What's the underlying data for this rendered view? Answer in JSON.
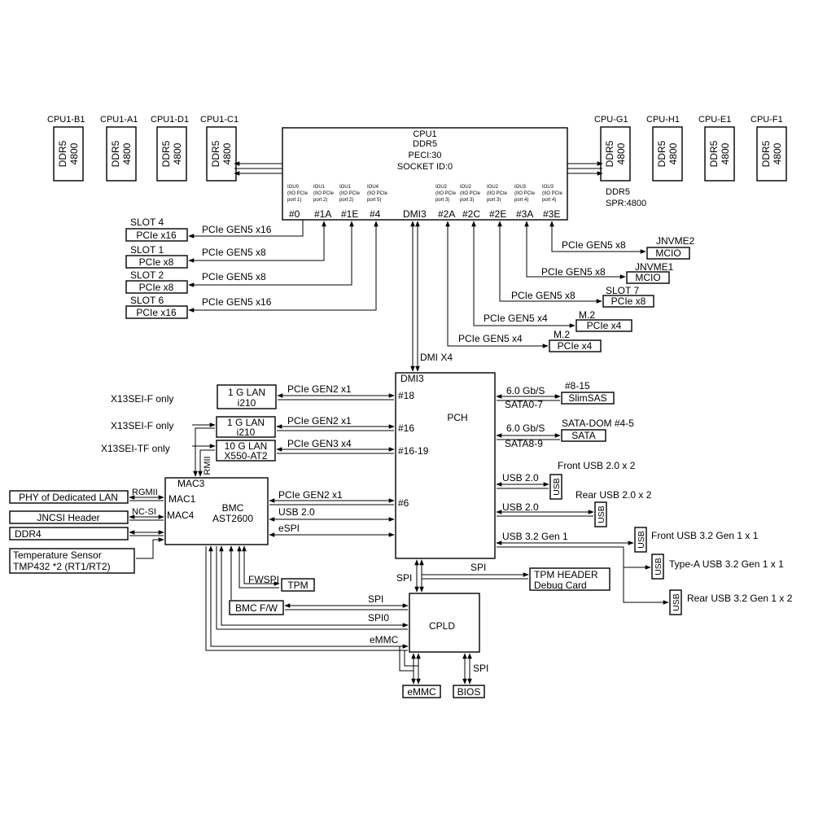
{
  "cpu": {
    "lines": [
      "CPU1",
      "DDR5",
      "PECI:30",
      "SOCKET ID:0"
    ],
    "iou": [
      [
        "IOU0",
        "(IIO PCIe",
        "port 1)"
      ],
      [
        "IOU1",
        "(IIO PCIe",
        "port 2)"
      ],
      [
        "IOU1",
        "(IIO PCIe",
        "port 2)"
      ],
      [
        "IOU4",
        "(IIO PCIe",
        "port 5)"
      ],
      [
        "IOU2",
        "(IIO PCIe",
        "port 3)"
      ],
      [
        "IOU2",
        "(IIO PCIe",
        "port 3)"
      ],
      [
        "IOU2",
        "(IIO PCIe",
        "port 3)"
      ],
      [
        "IOU3",
        "(IIO PCIe",
        "port 4)"
      ],
      [
        "IOU3",
        "(IIO PCIe",
        "port 4)"
      ]
    ],
    "ports": [
      "#0",
      "#1A",
      "#1E",
      "#4",
      "DMI3",
      "#2A",
      "#2C",
      "#2E",
      "#3A",
      "#3E"
    ]
  },
  "dimms": {
    "left": [
      "CPU1-B1",
      "CPU1-A1",
      "CPU1-D1",
      "CPU1-C1"
    ],
    "right": [
      "CPU-G1",
      "CPU-H1",
      "CPU-E1",
      "CPU-F1"
    ],
    "type": "DDR5",
    "speed": "4800",
    "note": [
      "DDR5",
      "SPR:4800"
    ]
  },
  "left_slots": [
    {
      "slot": "SLOT 4",
      "type": "PCIe x16",
      "link": "PCIe GEN5 x16"
    },
    {
      "slot": "SLOT 1",
      "type": "PCIe x8",
      "link": "PCIe GEN5 x8"
    },
    {
      "slot": "SLOT 2",
      "type": "PCIe x8",
      "link": "PCIe GEN5 x8"
    },
    {
      "slot": "SLOT 6",
      "type": "PCIe x16",
      "link": "PCIe GEN5 x16"
    }
  ],
  "right_slots": [
    {
      "top": "JNVME2",
      "box": "MCIO",
      "link": "PCIe GEN5 x8"
    },
    {
      "top": "JNVME1",
      "box": "MCIO",
      "link": "PCIe GEN5 x8"
    },
    {
      "top": "SLOT 7",
      "box": "PCIe x8",
      "link": "PCIe GEN5 x8"
    },
    {
      "top": "M.2",
      "box": "PCIe x4",
      "link": "PCIe GEN5 x4"
    },
    {
      "top": "M.2",
      "box": "PCIe x4",
      "link": "PCIe GEN5 x4"
    }
  ],
  "dmi_link": "DMI X4",
  "pch": {
    "title": "PCH",
    "dmi": "DMI3",
    "ports": [
      "#18",
      "#16",
      "#16-19",
      "#6"
    ],
    "sata1_speed": "6.0 Gb/S",
    "sata1_port": "SATA0-7",
    "sata1_top": "#8-15",
    "sata1_box": "SlimSAS",
    "sata2_speed": "6.0 Gb/S",
    "sata2_port": "SATA8-9",
    "sata2_top": "SATA-DOM #4-5",
    "sata2_box": "SATA",
    "usb_links": [
      "USB 2.0",
      "USB 2.0",
      "USB 3.2 Gen 1"
    ],
    "usb_desc": [
      "Front USB 2.0 x 2",
      "Rear USB 2.0 x 2"
    ],
    "usb32_desc": [
      "Front USB 3.2 Gen 1 x 1",
      "Type-A USB 3.2  Gen 1 x 1",
      "Rear USB 3.2 Gen 1 x 2"
    ],
    "usb_label": "USB"
  },
  "lan": [
    {
      "note": "X13SEI-F only",
      "line1": "1 G LAN",
      "line2": "i210",
      "link": "PCIe GEN2 x1"
    },
    {
      "note": "X13SEI-F only",
      "line1": "1 G LAN",
      "line2": "i210",
      "link": "PCIe GEN2 x1"
    },
    {
      "note": "X13SEI-TF only",
      "line1": "10 G LAN",
      "line2": "X550-AT2",
      "link": "PCIe GEN3 x4"
    }
  ],
  "rmii": "RMII",
  "bmc": {
    "line1": "BMC",
    "line2": "AST2600",
    "mac3": "MAC3",
    "mac1": "MAC1",
    "mac4": "MAC4",
    "rgmii": "RGMII",
    "ncsi": "NC-SI",
    "links": [
      "PCIe GEN2 x1",
      "USB 2.0",
      "eSPI"
    ]
  },
  "left_devices": [
    "PHY of Dedicated LAN",
    "JNCSI Header",
    "DDR4"
  ],
  "temp_sensor": [
    "Temperature Sensor",
    "TMP432 *2 (RT1/RT2)"
  ],
  "cpld": {
    "title": "CPLD",
    "links": [
      "SPI",
      "SPI0",
      "eMMC"
    ],
    "spi_pch": "SPI",
    "spi_tpm": "SPI",
    "spi_bios": "SPI"
  },
  "fwspi": "FWSPI",
  "tpm": "TPM",
  "bmc_fw": "BMC F/W",
  "tpm_header": [
    "TPM HEADER",
    "Debug Card"
  ],
  "emmc": "eMMC",
  "bios": "BIOS"
}
